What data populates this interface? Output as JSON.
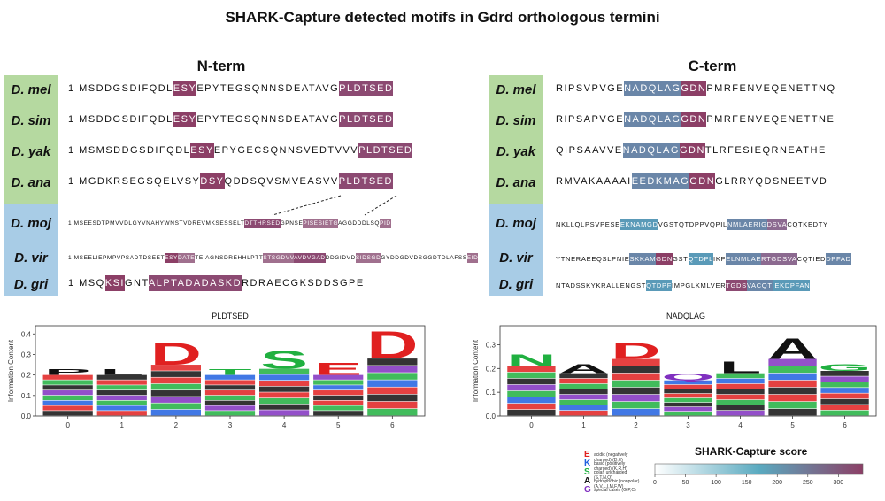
{
  "title": "SHARK-Capture detected motifs in Gdrd orthologous termini",
  "panels": {
    "nterm": {
      "heading": "N-term",
      "rows": [
        {
          "species": "D. mel",
          "group": "green",
          "size": "",
          "segments": [
            [
              "1 MSDDGSDIFQDL",
              ""
            ],
            [
              "ESY",
              "#8c3f66"
            ],
            [
              "EPYTEGSQNNSDEATAVG",
              ""
            ],
            [
              "PLDTSED",
              "#8c4a72"
            ]
          ]
        },
        {
          "species": "D. sim",
          "group": "green",
          "size": "",
          "segments": [
            [
              "1 MSDDGSDIFQDL",
              ""
            ],
            [
              "ESY",
              "#8c3f66"
            ],
            [
              "EPYTEGSQNNSDEATAVG",
              ""
            ],
            [
              "PLDTSED",
              "#8c4a72"
            ]
          ]
        },
        {
          "species": "D. yak",
          "group": "green",
          "size": "",
          "segments": [
            [
              "1 MSMSDDGSDIFQDL",
              ""
            ],
            [
              "ESY",
              "#8c3f66"
            ],
            [
              "EPYGECSQNNSVEDTVVV",
              ""
            ],
            [
              "PLDTSED",
              "#8c4a72"
            ]
          ]
        },
        {
          "species": "D. ana",
          "group": "green",
          "size": "",
          "segments": [
            [
              "1 MGDKRSEGSQELVSY",
              ""
            ],
            [
              "DSY",
              "#8c3f66"
            ],
            [
              "QDDSQVSMVEASVV",
              ""
            ],
            [
              "PLDTSED",
              "#8c4a72"
            ]
          ]
        },
        {
          "species": "D. moj",
          "group": "blue",
          "size": "small",
          "segments": [
            [
              "1 MSEESDTPMVVDLGYVNAHYWNSTVDREVMKSESSELT",
              ""
            ],
            [
              "DTTHRSED",
              "#8c4a72"
            ],
            [
              "GPNSE",
              ""
            ],
            [
              "PISESIETG",
              "#a0708e"
            ],
            [
              "AGGDDDLSQ",
              ""
            ],
            [
              "PID",
              "#a0708e"
            ]
          ]
        },
        {
          "species": "D. vir",
          "group": "blue",
          "size": "small",
          "segments": [
            [
              "1 MSEELIEPMPVPSADTDSEET",
              ""
            ],
            [
              "ESY",
              "#8c3f66"
            ],
            [
              "DATE",
              "#a0708e"
            ],
            [
              "TEIAGNSDREHHLPTT",
              ""
            ],
            [
              "STSGDVV",
              "#a0708e"
            ],
            [
              "AVDVGAD",
              "#8c4a72"
            ],
            [
              "DDGIDVD",
              ""
            ],
            [
              "SIDSGD",
              "#a0708e"
            ],
            [
              "GYDDGDVDSGGDTDLAFSS",
              ""
            ],
            [
              "EID",
              "#a0708e"
            ]
          ]
        },
        {
          "species": "D. gri",
          "group": "blue",
          "size": "",
          "segments": [
            [
              "1 MSQ",
              ""
            ],
            [
              "KSI",
              "#8c3f66"
            ],
            [
              "GNT",
              ""
            ],
            [
              "ALPTADADASKD",
              "#8c4a72"
            ],
            [
              "RDRAECGKSDDSGPE",
              ""
            ]
          ]
        }
      ]
    },
    "cterm": {
      "heading": "C-term",
      "rows": [
        {
          "species": "D. mel",
          "group": "green",
          "size": "",
          "segments": [
            [
              "RIPSVPVGE",
              ""
            ],
            [
              "NADQLAG",
              "#6a86a8"
            ],
            [
              "GDN",
              "#8c3f66"
            ],
            [
              "PMRFENVEQENETTNQ",
              ""
            ]
          ]
        },
        {
          "species": "D. sim",
          "group": "green",
          "size": "",
          "segments": [
            [
              "RIPSAPVGE",
              ""
            ],
            [
              "NADQLAG",
              "#6a86a8"
            ],
            [
              "GDN",
              "#8c3f66"
            ],
            [
              "PMRFENVEQENETTNE",
              ""
            ]
          ]
        },
        {
          "species": "D. yak",
          "group": "green",
          "size": "",
          "segments": [
            [
              "QIPSAAVVE",
              ""
            ],
            [
              "NADQLAG",
              "#6a86a8"
            ],
            [
              "GDN",
              "#8c3f66"
            ],
            [
              "TLRFESIEQRNEATHE",
              ""
            ]
          ]
        },
        {
          "species": "D. ana",
          "group": "green",
          "size": "",
          "segments": [
            [
              "RMVAKAAAAI",
              ""
            ],
            [
              "EEDKMAG",
              "#6a86a8"
            ],
            [
              "GDN",
              "#8c3f66"
            ],
            [
              "GLRRYQDSNEETVD",
              ""
            ]
          ]
        },
        {
          "species": "D. moj",
          "group": "blue",
          "size": "mid",
          "segments": [
            [
              "NKLLQLPSVPESE",
              ""
            ],
            [
              "EKNAMGD",
              "#5a9ab8"
            ],
            [
              "VGSTQTDPPVQPIL",
              ""
            ],
            [
              "NMLAERIG",
              "#6a86a8"
            ],
            [
              "DSVA",
              "#8c6a90"
            ],
            [
              "CQTKEDTY",
              ""
            ]
          ]
        },
        {
          "species": "D. vir",
          "group": "blue",
          "size": "mid",
          "segments": [
            [
              "YTNERAEEQSLPNIE",
              ""
            ],
            [
              "SKKAM",
              "#6a86a8"
            ],
            [
              "GDN",
              "#8c3f66"
            ],
            [
              "GST",
              ""
            ],
            [
              "QTDPL",
              "#5a9ab8"
            ],
            [
              "IKP",
              ""
            ],
            [
              "ELNMLAE",
              "#6a86a8"
            ],
            [
              "RTGDSVA",
              "#8c6a90"
            ],
            [
              "CQTIED",
              ""
            ],
            [
              "DPFAD",
              "#6a86a8"
            ]
          ]
        },
        {
          "species": "D. gri",
          "group": "blue",
          "size": "mid",
          "segments": [
            [
              "NTADSSKYKRALLENGST",
              ""
            ],
            [
              "QTDPF",
              "#5a9ab8"
            ],
            [
              "IMPGLKMLVER",
              ""
            ],
            [
              "TGDS",
              "#8c4a72"
            ],
            [
              "VACQT",
              "#6a86a8"
            ],
            [
              "IEKDPFAN",
              "#5a9ab8"
            ]
          ]
        }
      ]
    }
  },
  "logos": {
    "left": {
      "title": "PLDTSED",
      "ylabel": "Information Content",
      "yticks": [
        "0.0",
        "0.1",
        "0.2",
        "0.3",
        "0.4"
      ],
      "yvals": [
        0,
        0.1,
        0.2,
        0.3,
        0.4
      ],
      "ymax": 0.44,
      "xticks": [
        "0",
        "1",
        "2",
        "3",
        "4",
        "5",
        "6"
      ],
      "top_letters": [
        {
          "l": "P",
          "h": 0.03
        },
        {
          "l": "L",
          "h": 0.03
        },
        {
          "l": "D",
          "h": 0.11
        },
        {
          "l": "T",
          "h": 0.03
        },
        {
          "l": "S",
          "h": 0.09
        },
        {
          "l": "E",
          "h": 0.06
        },
        {
          "l": "D",
          "h": 0.14
        }
      ],
      "stack_height": [
        0.2,
        0.2,
        0.25,
        0.2,
        0.23,
        0.2,
        0.28
      ]
    },
    "right": {
      "title": "NADQLAG",
      "ylabel": "Information Content",
      "yticks": [
        "0.0",
        "0.1",
        "0.2",
        "0.3"
      ],
      "yvals": [
        0,
        0.1,
        0.2,
        0.3
      ],
      "ymax": 0.38,
      "xticks": [
        "0",
        "1",
        "2",
        "3",
        "4",
        "5",
        "6"
      ],
      "top_letters": [
        {
          "l": "N",
          "h": 0.05
        },
        {
          "l": "A",
          "h": 0.04
        },
        {
          "l": "D",
          "h": 0.07
        },
        {
          "l": "Q",
          "h": 0.03
        },
        {
          "l": "L",
          "h": 0.05
        },
        {
          "l": "A",
          "h": 0.09
        },
        {
          "l": "G",
          "h": 0.03
        }
      ],
      "stack_height": [
        0.21,
        0.18,
        0.24,
        0.15,
        0.18,
        0.24,
        0.19
      ]
    }
  },
  "legend": {
    "items": [
      {
        "letter": "E",
        "color": "#e02020",
        "text": "acidic (negatively charged) (D,E)"
      },
      {
        "letter": "K",
        "color": "#2060e0",
        "text": "basic (positively charged) (K,R,H)"
      },
      {
        "letter": "S",
        "color": "#20b040",
        "text": "polar, uncharged (S,T,N,Q)"
      },
      {
        "letter": "A",
        "color": "#111111",
        "text": "hydrophobic (nonpolar) (A,V,L,I,M,F,W)"
      },
      {
        "letter": "G",
        "color": "#8030c0",
        "text": "special cases (G,P,C)"
      }
    ]
  },
  "colorbar": {
    "title": "SHARK-Capture score",
    "ticks": [
      "0",
      "50",
      "100",
      "150",
      "200",
      "250",
      "300"
    ],
    "tick_vals": [
      0,
      50,
      100,
      150,
      200,
      250,
      300
    ],
    "max": 340,
    "colors": [
      "#ffffff",
      "#5aaac0",
      "#8c3f66"
    ]
  }
}
